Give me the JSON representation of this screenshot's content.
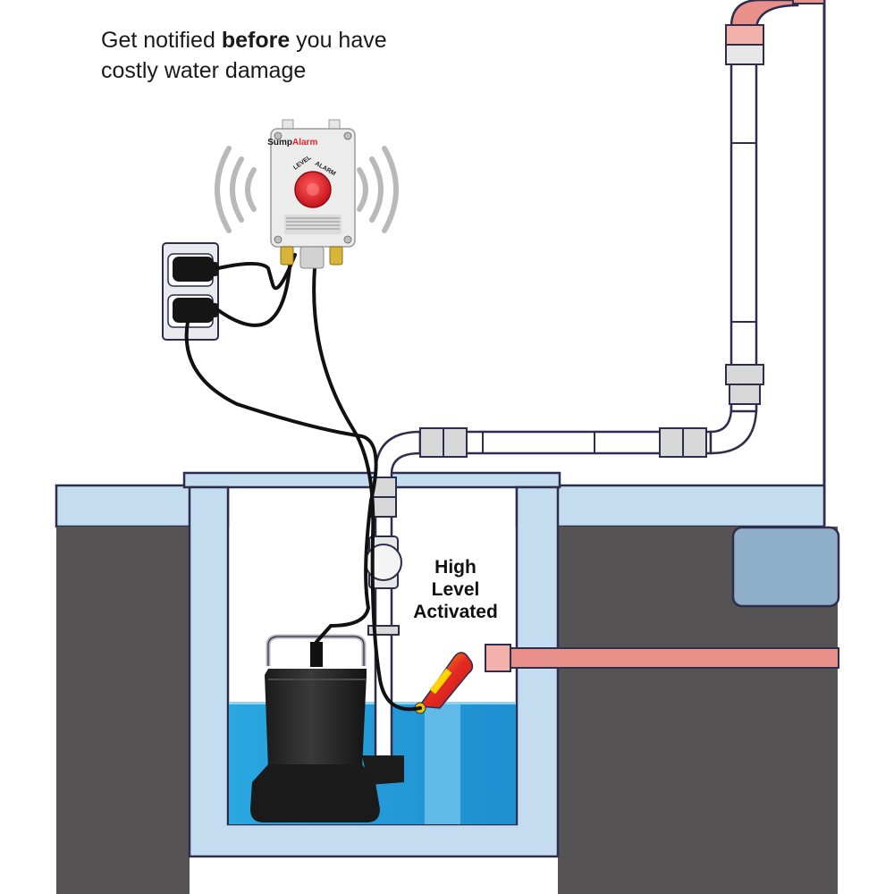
{
  "headline": {
    "line1_prefix": "Get notified ",
    "line1_bold": "before",
    "line1_suffix": " you have",
    "line2": "costly water damage"
  },
  "callout": {
    "line1": "High",
    "line2": "Level",
    "line3": "Activated"
  },
  "alarm_unit": {
    "brand_part1": "Sump",
    "brand_part2": "Alarm",
    "button_ring_left": "LEVEL",
    "button_ring_right": "ALARM"
  },
  "colors": {
    "pit_wall": "#c4dcf0",
    "ground": "#555353",
    "water": "#2aa7e0",
    "pipe_red": "#e8908a",
    "alarm_button": "#e8242b",
    "float_switch": "#e62a22",
    "outline": "#2e2d4d"
  }
}
